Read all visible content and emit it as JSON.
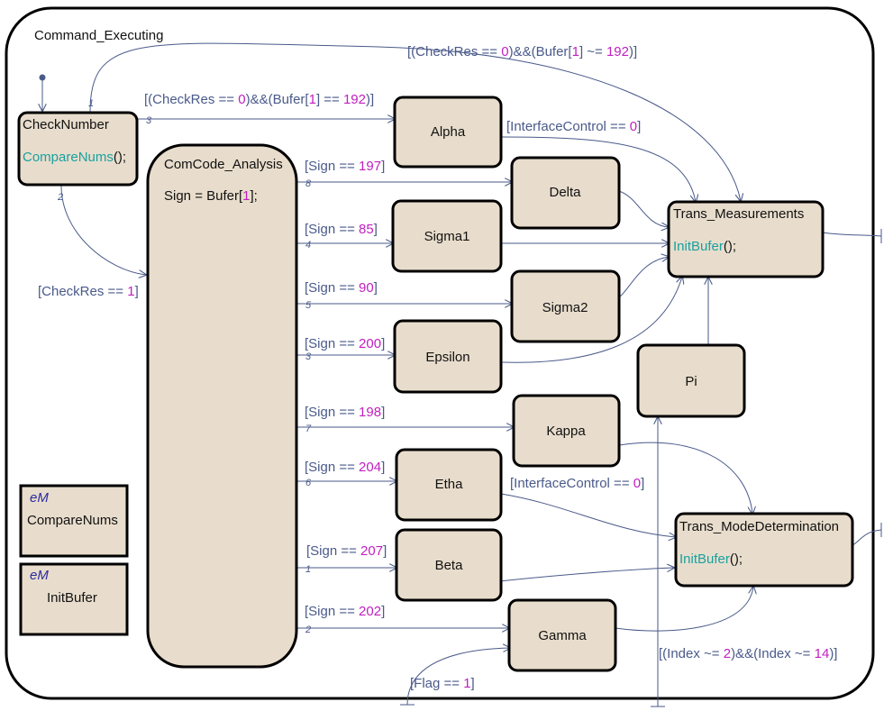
{
  "superstate": {
    "title": "Command_Executing"
  },
  "states": {
    "check": {
      "name": "CheckNumber",
      "action_fn": "CompareNums",
      "action_tail": "();"
    },
    "comcode": {
      "name": "ComCode_Analysis",
      "action_a": "Sign = Bufer[",
      "action_idx": "1",
      "action_b": "];"
    },
    "alpha": "Alpha",
    "delta": "Delta",
    "sigma1": "Sigma1",
    "sigma2": "Sigma2",
    "epsilon": "Epsilon",
    "pi": "Pi",
    "kappa": "Kappa",
    "etha": "Etha",
    "beta": "Beta",
    "gamma": "Gamma",
    "trans_meas": {
      "name": "Trans_Measurements",
      "action_fn": "InitBufer",
      "action_tail": "();"
    },
    "trans_mode": {
      "name": "Trans_ModeDetermination",
      "action_fn": "InitBufer",
      "action_tail": "();"
    }
  },
  "functions": [
    {
      "tag": "eM",
      "name": "CompareNums"
    },
    {
      "tag": "eM",
      "name": "InitBufer"
    }
  ],
  "labels": {
    "t_top": {
      "p1": "[(CheckRes == ",
      "v1": "0",
      "p2": ")&&(Bufer[",
      "v2": "1",
      "p3": "] ~= ",
      "v3": "192",
      "p4": ")]"
    },
    "t_alpha": {
      "p1": "[(CheckRes == ",
      "v1": "0",
      "p2": ")&&(Bufer[",
      "v2": "1",
      "p3": "] == ",
      "v3": "192",
      "p4": ")]"
    },
    "checkres": {
      "p1": "[CheckRes == ",
      "v1": "1",
      "p2": "]"
    },
    "iface1": {
      "p1": "[InterfaceControl == ",
      "v1": "0",
      "p2": "]"
    },
    "iface2": {
      "p1": "[InterfaceControl == ",
      "v1": "0",
      "p2": "]"
    },
    "s197": {
      "p1": "[Sign == ",
      "v1": "197",
      "p2": "]"
    },
    "s85": {
      "p1": "[Sign == ",
      "v1": "85",
      "p2": "]"
    },
    "s90": {
      "p1": "[Sign == ",
      "v1": "90",
      "p2": "]"
    },
    "s200": {
      "p1": "[Sign == ",
      "v1": "200",
      "p2": "]"
    },
    "s198": {
      "p1": "[Sign == ",
      "v1": "198",
      "p2": "]"
    },
    "s204": {
      "p1": "[Sign == ",
      "v1": "204",
      "p2": "]"
    },
    "s207": {
      "p1": "[Sign == ",
      "v1": "207",
      "p2": "]"
    },
    "s202": {
      "p1": "[Sign == ",
      "v1": "202",
      "p2": "]"
    },
    "index": {
      "p1": "[(Index ~= ",
      "v1": "2",
      "p2": ")&&(Index ~= ",
      "v2": "14",
      "p3": ")]"
    },
    "flag": {
      "p1": "[Flag == ",
      "v1": "1",
      "p2": "]"
    }
  },
  "orders": {
    "top": "1",
    "check_down": "2",
    "alpha": "3",
    "s197": "8",
    "s85": "4",
    "s90": "5",
    "s200": "3",
    "s198": "7",
    "s204": "6",
    "s207": "1",
    "s202": "2"
  },
  "colors": {
    "state_fill": "#e8ddcc",
    "transition": "#4a5a8a",
    "constant": "#c020c0",
    "function_call": "#1aa0a0"
  }
}
